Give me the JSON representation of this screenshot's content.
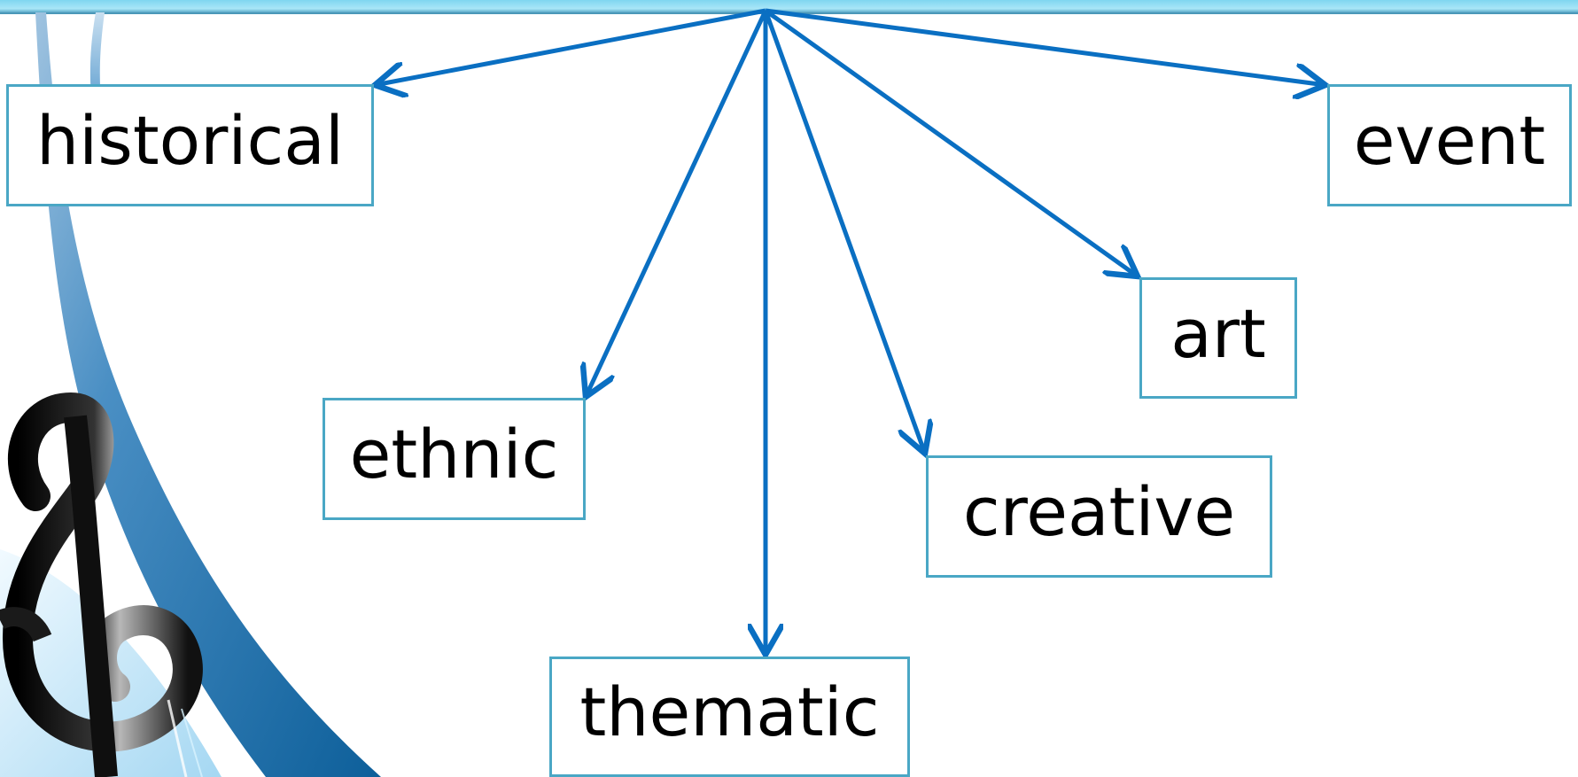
{
  "diagram": {
    "nodes": [
      {
        "id": "historical",
        "label": "historical"
      },
      {
        "id": "event",
        "label": "event"
      },
      {
        "id": "art",
        "label": "art"
      },
      {
        "id": "ethnic",
        "label": "ethnic"
      },
      {
        "id": "creative",
        "label": "creative"
      },
      {
        "id": "thematic",
        "label": "thematic"
      }
    ],
    "edges": [
      {
        "from": "root",
        "to": "historical"
      },
      {
        "from": "root",
        "to": "event"
      },
      {
        "from": "root",
        "to": "art"
      },
      {
        "from": "root",
        "to": "ethnic"
      },
      {
        "from": "root",
        "to": "creative"
      },
      {
        "from": "root",
        "to": "thematic"
      }
    ]
  },
  "colors": {
    "arrow": "#0a6fc2",
    "node_border": "#4aa7c5",
    "top_bar": "#a9e6f7"
  },
  "icons": {
    "background_decoration": "treble-clef-swoosh"
  }
}
